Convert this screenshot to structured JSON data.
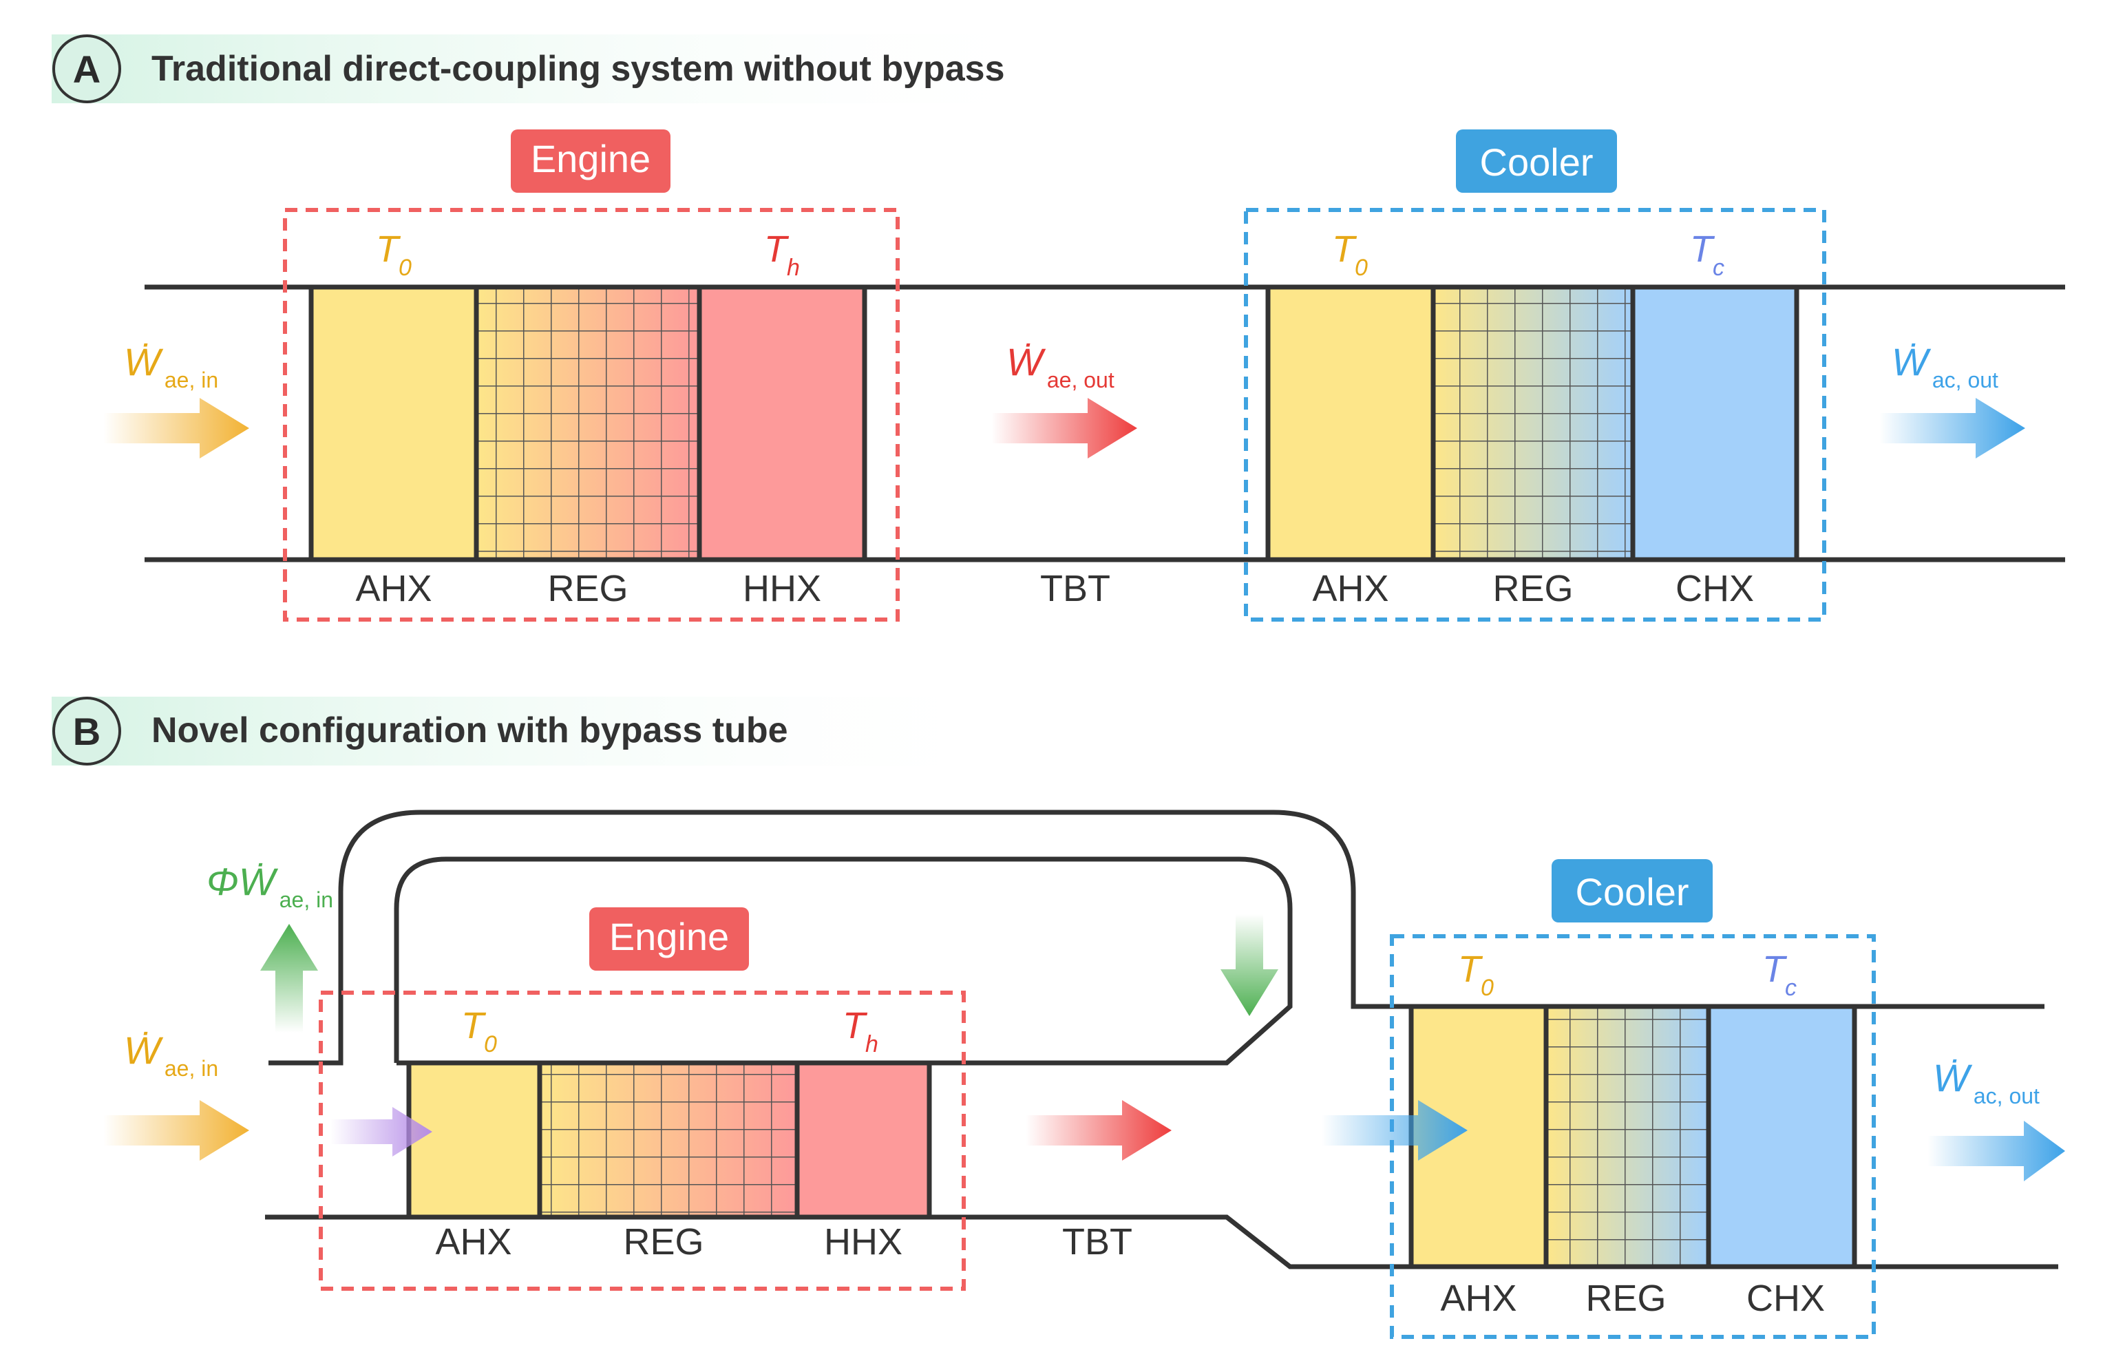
{
  "colors": {
    "engine": "#f06060",
    "cooler": "#3fa3e0",
    "ambient_hx": "#fde68a",
    "hot_hx": "#fd9a9a",
    "cold_hx": "#a3d0fa",
    "input_arrow": "#f2b233",
    "output_arrow_engine": "#ee3d3d",
    "output_arrow_cooler": "#3da2e8",
    "bypass_arrow": "#4caf50",
    "inner_arrow": "#b58ce8",
    "temp_ambient": "#e6a817",
    "temp_hot": "#e53935",
    "temp_cold": "#6a84e6",
    "outline": "#333333"
  },
  "panel_a": {
    "letter": "A",
    "title": "Traditional direct-coupling system without bypass",
    "engine_label": "Engine",
    "cooler_label": "Cooler",
    "engine_components": [
      "AHX",
      "REG",
      "HHX"
    ],
    "tube_label": "TBT",
    "cooler_components": [
      "AHX",
      "REG",
      "CHX"
    ],
    "engine_temps": {
      "ambient": {
        "sym": "T",
        "sub": "0"
      },
      "hot": {
        "sym": "T",
        "sub": "h"
      }
    },
    "cooler_temps": {
      "ambient": {
        "sym": "T",
        "sub": "0"
      },
      "cold": {
        "sym": "T",
        "sub": "c"
      }
    },
    "power_in": {
      "sym": "Ẇ",
      "sub": "ae, in"
    },
    "power_mid": {
      "sym": "Ẇ",
      "sub": "ae, out"
    },
    "power_out": {
      "sym": "Ẇ",
      "sub": "ac, out"
    }
  },
  "panel_b": {
    "letter": "B",
    "title": "Novel configuration with bypass tube",
    "engine_label": "Engine",
    "cooler_label": "Cooler",
    "engine_components": [
      "AHX",
      "REG",
      "HHX"
    ],
    "tube_label": "TBT",
    "cooler_components": [
      "AHX",
      "REG",
      "CHX"
    ],
    "engine_temps": {
      "ambient": {
        "sym": "T",
        "sub": "0"
      },
      "hot": {
        "sym": "T",
        "sub": "h"
      }
    },
    "cooler_temps": {
      "ambient": {
        "sym": "T",
        "sub": "0"
      },
      "cold": {
        "sym": "T",
        "sub": "c"
      }
    },
    "power_in": {
      "sym": "Ẇ",
      "sub": "ae, in"
    },
    "power_bypass": {
      "sym": "ΦẆ",
      "sub": "ae, in"
    },
    "power_out": {
      "sym": "Ẇ",
      "sub": "ac, out"
    }
  }
}
